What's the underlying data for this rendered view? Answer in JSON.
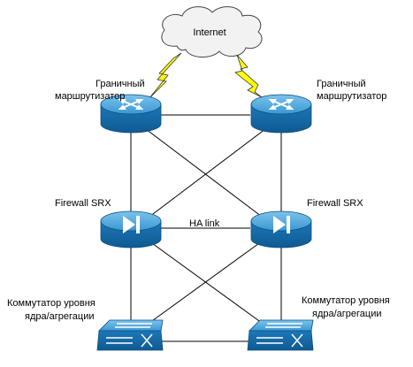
{
  "cloud": {
    "label": "Internet"
  },
  "left_router": {
    "line1": "Граничный",
    "line2": "маршрутизатор"
  },
  "right_router": {
    "line1": "Граничный",
    "line2": "маршрутизатор"
  },
  "left_firewall": {
    "label": "Firewall SRX"
  },
  "right_firewall": {
    "label": "Firewall SRX"
  },
  "ha_link": {
    "label": "HA link"
  },
  "left_switch": {
    "line1": "Коммутатор уровня",
    "line2": "ядра/агрегации"
  },
  "right_switch": {
    "line1": "Коммутатор уровня",
    "line2": "ядра/агрегации"
  },
  "colors": {
    "device_blue": "#1f7fbf",
    "device_top": "#4aa8dd",
    "bolt": "#ffff00",
    "cloud": "#f2f2f2"
  }
}
